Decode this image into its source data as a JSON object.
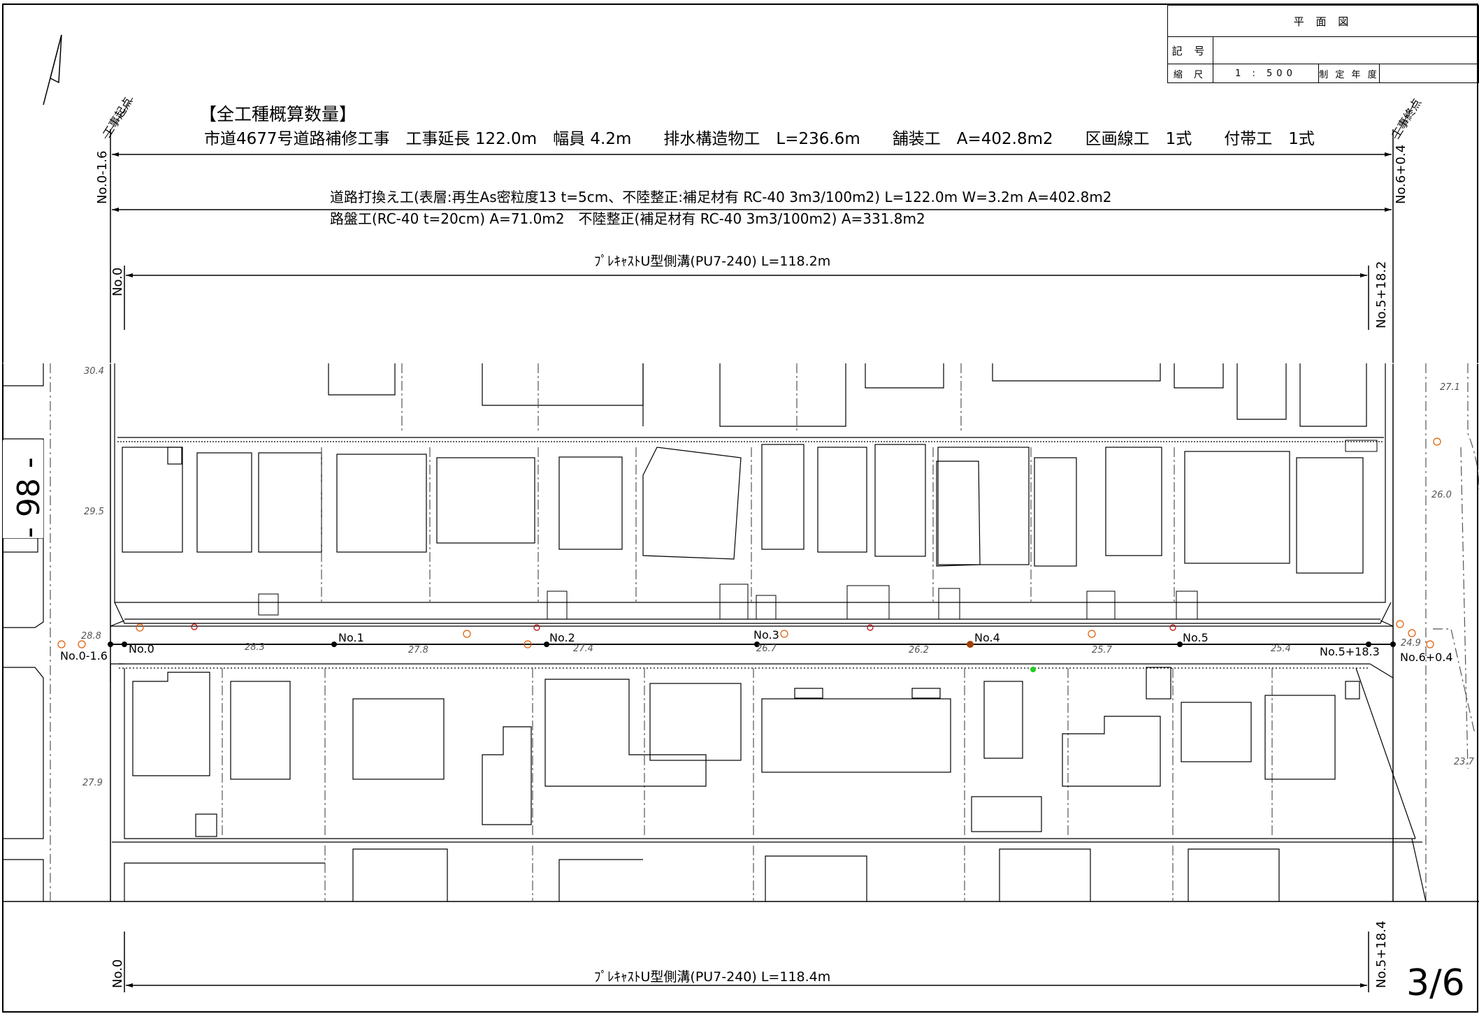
{
  "title_block": {
    "title": "平 面 図",
    "symbol_label": "記 号",
    "symbol_value": "",
    "scale_label": "縮 尺",
    "scale_value": "1 : 500",
    "year_label": "制 定 年 度",
    "year_value": ""
  },
  "summary": {
    "heading": "【全工種概算数量】",
    "line": "市道4677号道路補修工事　工事延長 122.0m　幅員 4.2m　　排水構造物工　L=236.6m　　舗装工　A=402.8m2　　区画線工　1式　　付帯工　1式"
  },
  "labels": {
    "start_point": "工事起点",
    "end_point": "工事終点",
    "start_station": "No.0-1.6",
    "end_station": "No.6+0.4",
    "pave_line1": "道路打換え工(表層:再生As密粒度13 t=5cm、不陸整正:補足材有 RC-40 3m3/100m2)  L=122.0m  W=3.2m  A=402.8m2",
    "pave_line2": "路盤工(RC-40 t=20cm)  A=71.0m2　不陸整正(補足材有 RC-40 3m3/100m2)  A=331.8m2",
    "ditch_top": "ﾌﾟﾚｷｬｽﾄU型側溝(PU7-240)  L=118.2m",
    "ditch_top_start": "No.0",
    "ditch_top_end": "No.5+18.2",
    "ditch_bottom": "ﾌﾟﾚｷｬｽﾄU型側溝(PU7-240)  L=118.4m",
    "ditch_bottom_start": "No.0",
    "ditch_bottom_end": "No.5+18.4",
    "map_number": "- 98 -",
    "sheet": "3/6"
  },
  "stations": {
    "left_end": "No.0-1.6",
    "no0": "No.0",
    "no1": "No.1",
    "no2": "No.2",
    "no3": "No.3",
    "no4": "No.4",
    "no5": "No.5",
    "no5_end": "No.5+18.3",
    "right_end": "No.6+0.4"
  },
  "elevations": {
    "e1": "30.4",
    "e2": "29.5",
    "e3": "28.8",
    "e4": "28.3",
    "e5": "27.8",
    "e6": "27.4",
    "e7": "26.7",
    "e8": "26.2",
    "e9": "25.7",
    "e10": "25.4",
    "e11": "24.9",
    "e12": "27.9",
    "e13": "27.1",
    "e14": "26.0",
    "e15": "23.7"
  },
  "colors": {
    "line": "#000000",
    "survey_mark": "#e05a00",
    "green_mark": "#22cc22",
    "dashed": "#555555"
  }
}
